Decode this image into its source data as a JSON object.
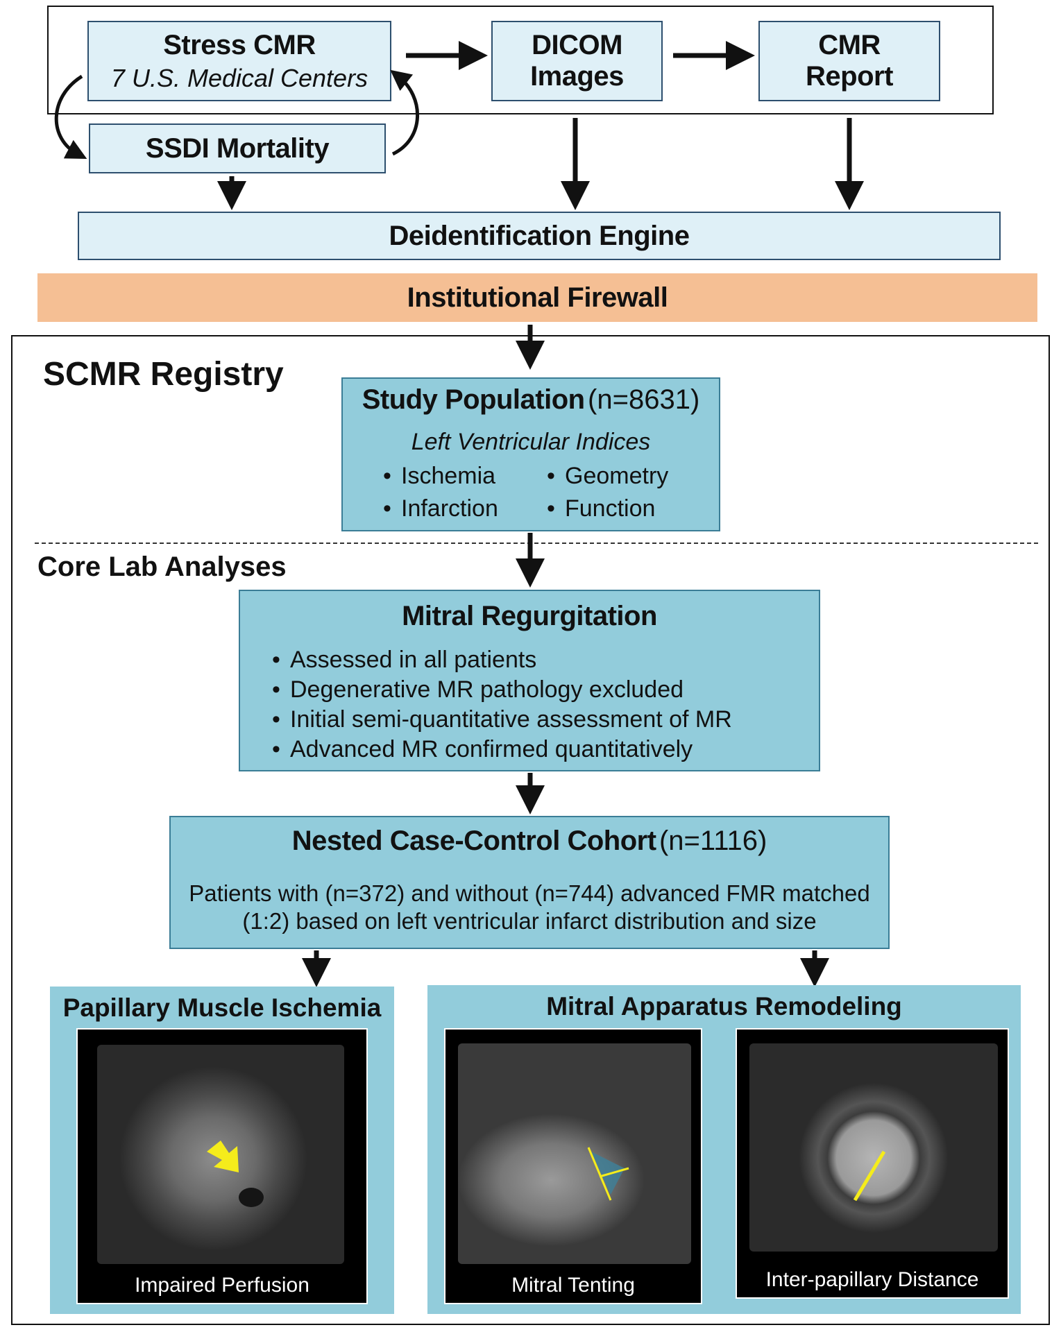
{
  "top_pipeline": {
    "stress_cmr": {
      "title": "Stress CMR",
      "subtitle": "7 U.S. Medical Centers"
    },
    "dicom": {
      "line1": "DICOM",
      "line2": "Images"
    },
    "cmr_report": {
      "line1": "CMR",
      "line2": "Report"
    },
    "ssdi": "SSDI Mortality",
    "deidentification": "Deidentification Engine",
    "firewall": "Institutional Firewall"
  },
  "registry": {
    "title": "SCMR Registry",
    "study_population": {
      "title": "Study Population",
      "n": "(n=8631)",
      "subtitle": "Left Ventricular Indices",
      "indices": [
        "Ischemia",
        "Geometry",
        "Infarction",
        "Function"
      ]
    },
    "core_lab_label": "Core Lab Analyses",
    "mitral_regurgitation": {
      "title": "Mitral Regurgitation",
      "bullets": [
        "Assessed in all patients",
        "Degenerative MR pathology excluded",
        "Initial semi-quantitative assessment of MR",
        "Advanced MR confirmed quantitatively"
      ]
    },
    "cohort": {
      "title": "Nested Case-Control Cohort",
      "n": "(n=1116)",
      "line1": "Patients with (n=372) and without (n=744) advanced FMR matched",
      "line2": "(1:2) based on left ventricular infarct distribution and size"
    },
    "panels": {
      "ischemia": {
        "title": "Papillary Muscle Ischemia",
        "caption": "Impaired Perfusion"
      },
      "remodeling": {
        "title": "Mitral Apparatus Remodeling",
        "captions": [
          "Mitral Tenting",
          "Inter-papillary Distance"
        ]
      }
    }
  },
  "colors": {
    "light_box": "#dff0f7",
    "teal_box": "#92ccdb",
    "firewall": "#f5bf94",
    "annotation": "#f5ec1b"
  }
}
